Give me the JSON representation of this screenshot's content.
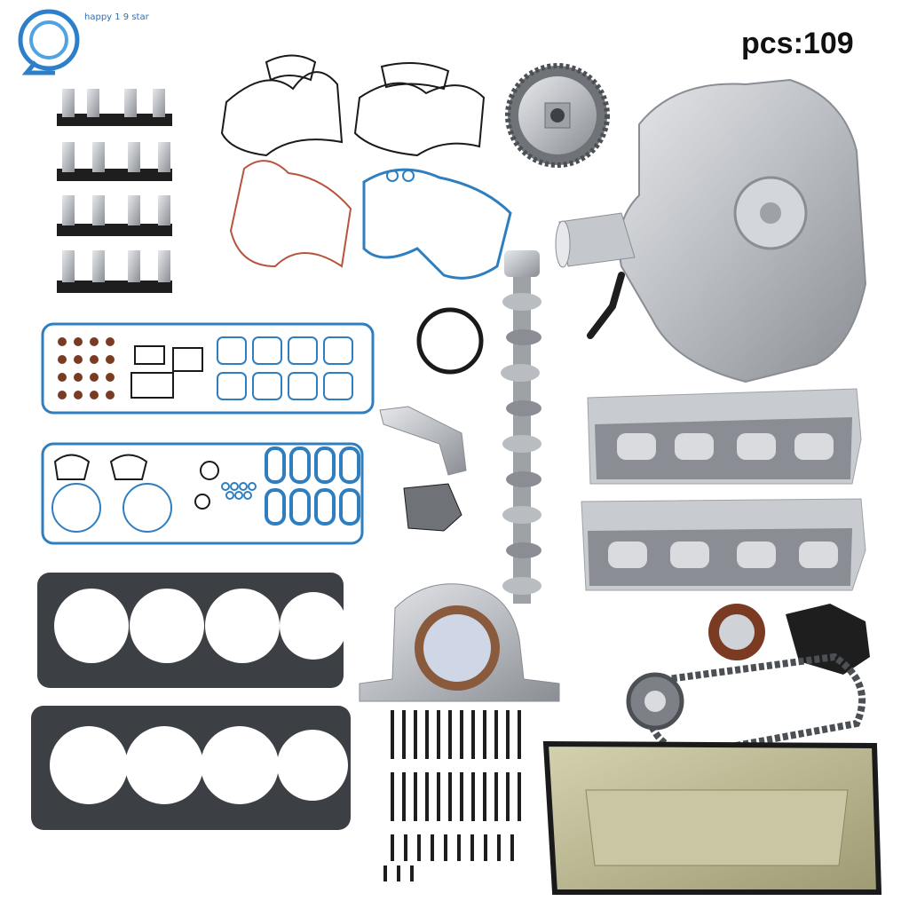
{
  "caption": {
    "text": "pcs:109"
  },
  "brand": {
    "text": "happy 1 9 star"
  },
  "colors": {
    "gasket_blue": "#2f7fc0",
    "gasket_black": "#1a1a1a",
    "gasket_red": "#b8533c",
    "metal_light": "#c9ccd1",
    "metal_dark": "#7d8187",
    "seal_rust": "#7a3b22",
    "pan_gold": "#b7b38f"
  },
  "parts": [
    {
      "name": "lifters",
      "label": ""
    },
    {
      "name": "timing-cover-gaskets",
      "label": ""
    },
    {
      "name": "cam-phaser-gear",
      "label": ""
    },
    {
      "name": "water-pump",
      "label": ""
    },
    {
      "name": "valve-cover-gasket-set",
      "label": ""
    },
    {
      "name": "intake-gasket-set",
      "label": ""
    },
    {
      "name": "camshaft",
      "label": ""
    },
    {
      "name": "exhaust-manifold-gaskets",
      "label": ""
    },
    {
      "name": "head-gaskets",
      "label": ""
    },
    {
      "name": "rear-main-seal",
      "label": ""
    },
    {
      "name": "head-bolts",
      "label": ""
    },
    {
      "name": "timing-chain",
      "label": ""
    },
    {
      "name": "oil-pan-gasket",
      "label": ""
    }
  ]
}
